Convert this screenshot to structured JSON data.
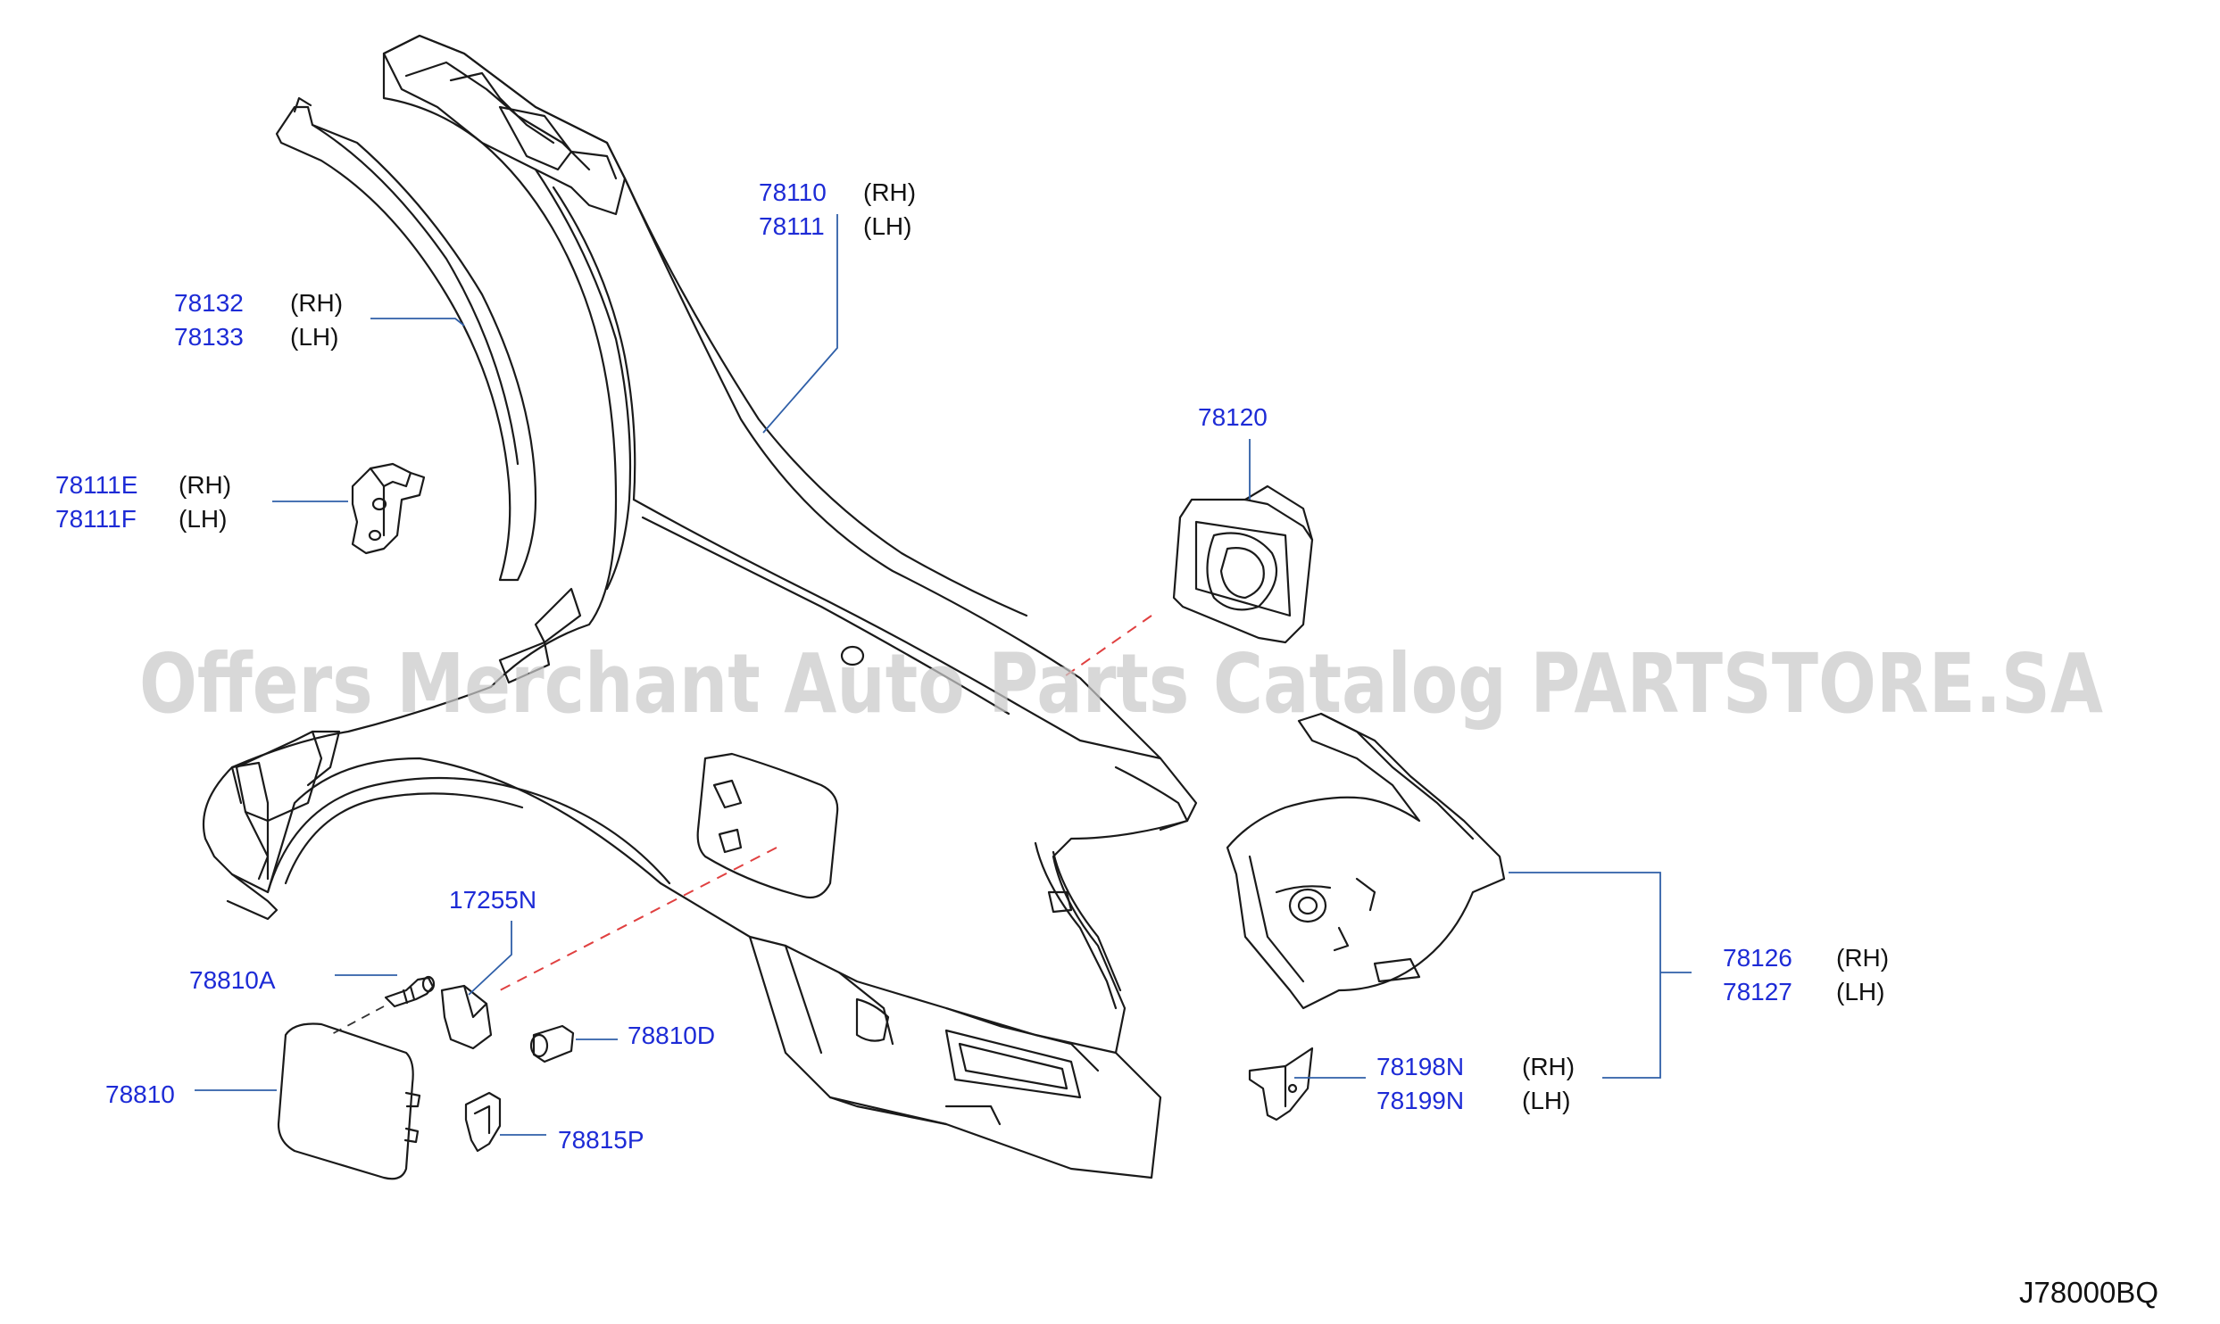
{
  "watermark": "Offers Merchant Auto Parts Catalog PARTSTORE.SA",
  "diagram_code": "J78000BQ",
  "side_labels": {
    "rh": "(RH)",
    "lh": "(LH)"
  },
  "callouts": {
    "p78110": {
      "number": "78110",
      "side": "(RH)"
    },
    "p78111": {
      "number": "78111",
      "side": "(LH)"
    },
    "p78132": {
      "number": "78132",
      "side": "(RH)"
    },
    "p78133": {
      "number": "78133",
      "side": "(LH)"
    },
    "p78111E": {
      "number": "78111E",
      "side": "(RH)"
    },
    "p78111F": {
      "number": "78111F",
      "side": "(LH)"
    },
    "p78120": {
      "number": "78120"
    },
    "p17255N": {
      "number": "17255N"
    },
    "p78810A": {
      "number": "78810A"
    },
    "p78810D": {
      "number": "78810D"
    },
    "p78810": {
      "number": "78810"
    },
    "p78815P": {
      "number": "78815P"
    },
    "p78126": {
      "number": "78126",
      "side": "(RH)"
    },
    "p78127": {
      "number": "78127",
      "side": "(LH)"
    },
    "p78198N": {
      "number": "78198N",
      "side": "(RH)"
    },
    "p78199N": {
      "number": "78199N",
      "side": "(LH)"
    }
  },
  "colors": {
    "part_number": "#1d2bd6",
    "leader": "#2f5fa8",
    "dashed_guide": "#e04040",
    "watermark": "#c9c9c9"
  }
}
